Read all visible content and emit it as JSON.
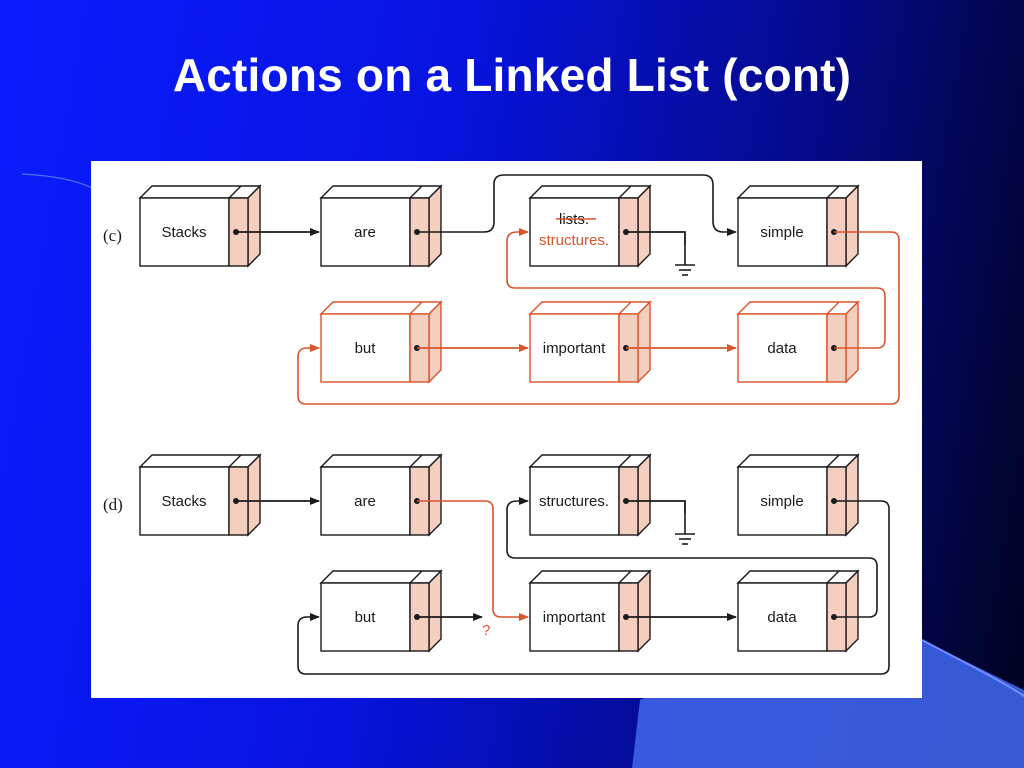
{
  "slide": {
    "title": "Actions on a Linked List (cont)"
  },
  "colors": {
    "black": "#1a1a1a",
    "orange": "#d9542c",
    "pointer_fill": "#f4cfc0"
  },
  "diagram_c": {
    "label": "(c)",
    "nodes": {
      "stacks": "Stacks",
      "are": "are",
      "lists": "lists.",
      "structures": "structures.",
      "simple": "simple",
      "but": "but",
      "important": "important",
      "data": "data"
    }
  },
  "diagram_d": {
    "label": "(d)",
    "nodes": {
      "stacks": "Stacks",
      "are": "are",
      "structures": "structures.",
      "simple": "simple",
      "but": "but",
      "important": "important",
      "data": "data"
    },
    "dangling_mark": "?"
  }
}
